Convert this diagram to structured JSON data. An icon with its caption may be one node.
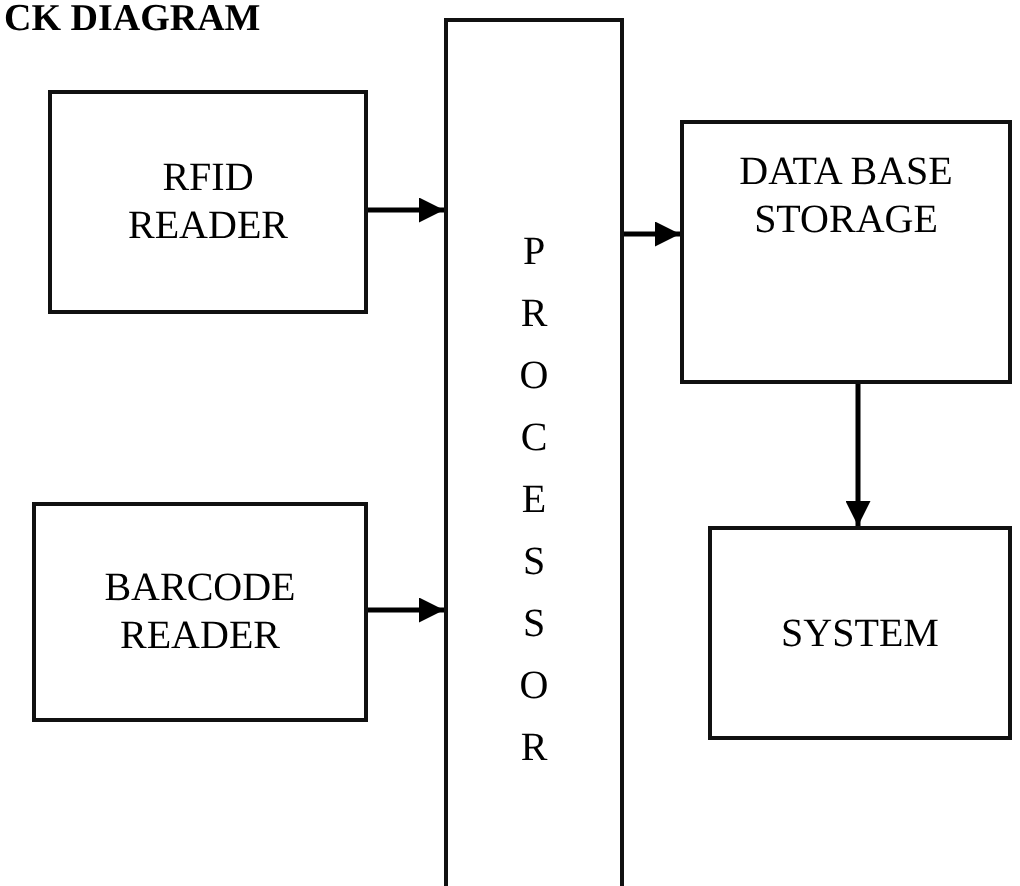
{
  "diagram": {
    "title": "CK DIAGRAM",
    "nodes": [
      {
        "text": [
          "RFID READER"
        ]
      },
      {
        "text": [
          "BARCODE READER"
        ]
      },
      {
        "text": [
          "PROCESSOR"
        ]
      },
      {
        "text": [
          "DATA BASE STORAGE"
        ]
      },
      {
        "text": [
          "SYSTEM"
        ]
      }
    ],
    "edges": [
      {
        "from": 0,
        "to": 2,
        "arrow": "to"
      },
      {
        "from": 1,
        "to": 2,
        "arrow": "to"
      },
      {
        "from": 2,
        "to": 3,
        "arrow": "to"
      },
      {
        "from": 3,
        "to": 4,
        "arrow": "to"
      }
    ]
  }
}
